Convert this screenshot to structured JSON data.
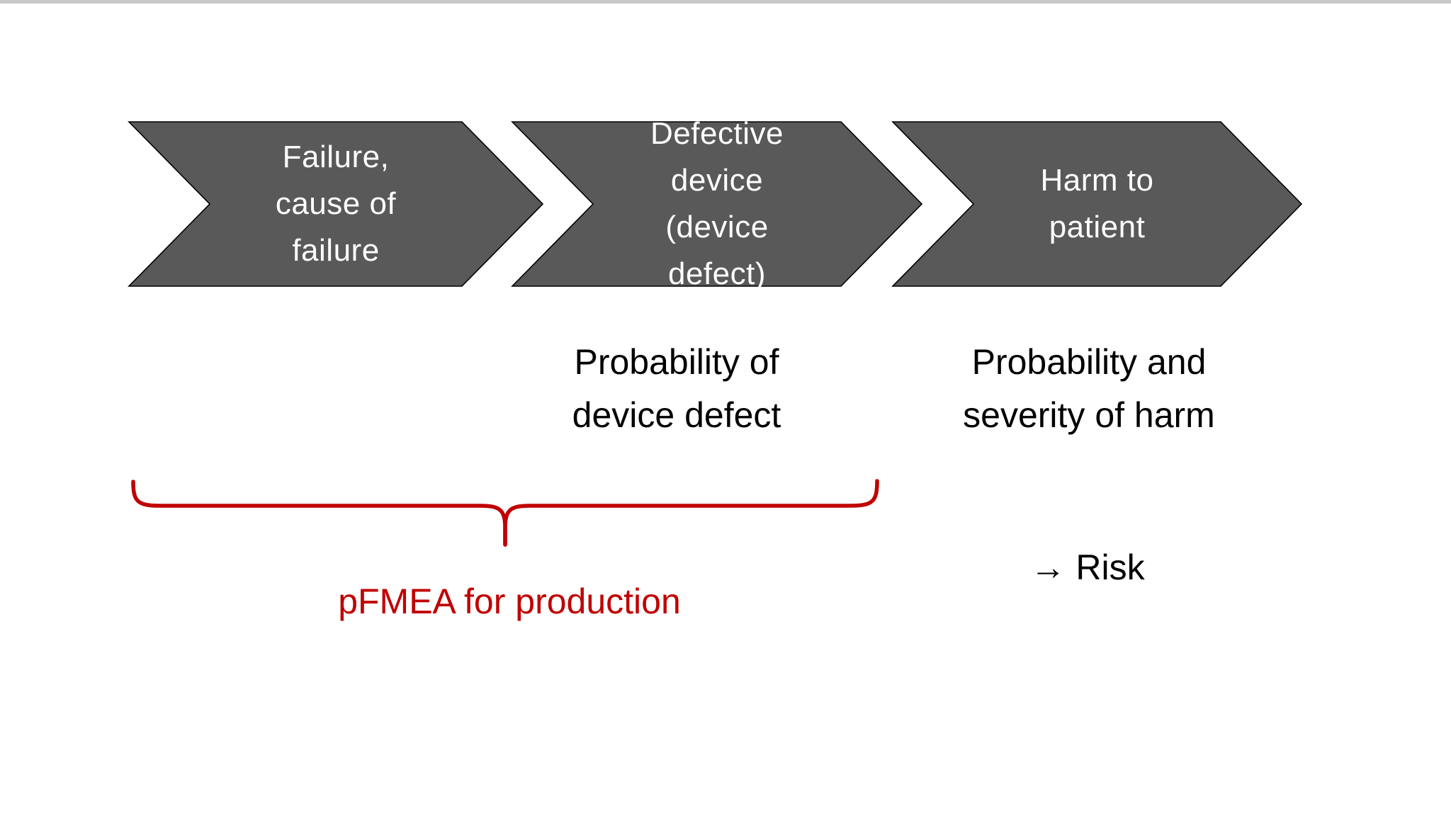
{
  "colors": {
    "background": "#ffffff",
    "top_strip": "#c9c9c9",
    "chevron_fill": "#595959",
    "chevron_border": "#000000",
    "chevron_text": "#ffffff",
    "annotation_text": "#000000",
    "accent_red": "#c00000"
  },
  "flow": {
    "steps": [
      {
        "label": "Failure,\ncause of\nfailure"
      },
      {
        "label": "Defective\ndevice\n(device\ndefect)"
      },
      {
        "label": "Harm to\npatient"
      }
    ]
  },
  "annotations": {
    "step2_note": "Probability of\ndevice defect",
    "step3_note": "Probability and\nseverity of harm",
    "risk_arrow_icon": "→",
    "risk_label": "Risk",
    "brace_label": "pFMEA for production"
  }
}
